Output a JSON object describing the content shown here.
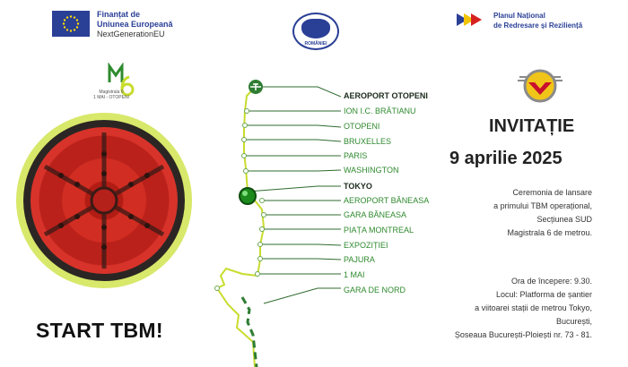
{
  "header": {
    "eu_line1": "Finanțat de",
    "eu_line2": "Uniunea Europeană",
    "eu_line3": "NextGenerationEU",
    "crest_label": "ROMÂNIEI",
    "pnrr_line1": "Planul Național",
    "pnrr_line2": "de Redresare și Reziliență"
  },
  "left": {
    "logo_caption_line1": "Magistrala 6",
    "logo_caption_line2": "1 MAI - OTOPENI",
    "start_label": "START TBM!"
  },
  "metro": {
    "stations": [
      "AEROPORT OTOPENI",
      "ION I.C. BRĂTIANU",
      "OTOPENI",
      "BRUXELLES",
      "PARIS",
      "WASHINGTON",
      "TOKYO",
      "AEROPORT BĂNEASA",
      "GARA BĂNEASA",
      "PIAȚA MONTREAL",
      "EXPOZIȚIEI",
      "PAJURA",
      "1 MAI",
      "GARA DE NORD"
    ]
  },
  "right": {
    "title": "INVITAȚIE",
    "date": "9 aprilie 2025",
    "ceremony_line1": "Ceremonia de lansare",
    "ceremony_line2": "a primului TBM operațional,",
    "ceremony_line3": "Secțiunea SUD",
    "ceremony_line4": "Magistrala 6 de metrou.",
    "time_line": "Ora de începere: 9.30.",
    "place_line1": "Locul: Platforma de șantier",
    "place_line2": "a viitoarei stații de metrou Tokyo,",
    "place_line3": "București,",
    "place_line4": "Șoseaua București-Ploiești nr. 73 - 81."
  },
  "colors": {
    "eu_blue": "#2a3f96",
    "line_green": "#c8dc2e",
    "station_green": "#2f8a2f",
    "dark_green": "#1b5e20",
    "tbm_red": "#d22d22"
  }
}
